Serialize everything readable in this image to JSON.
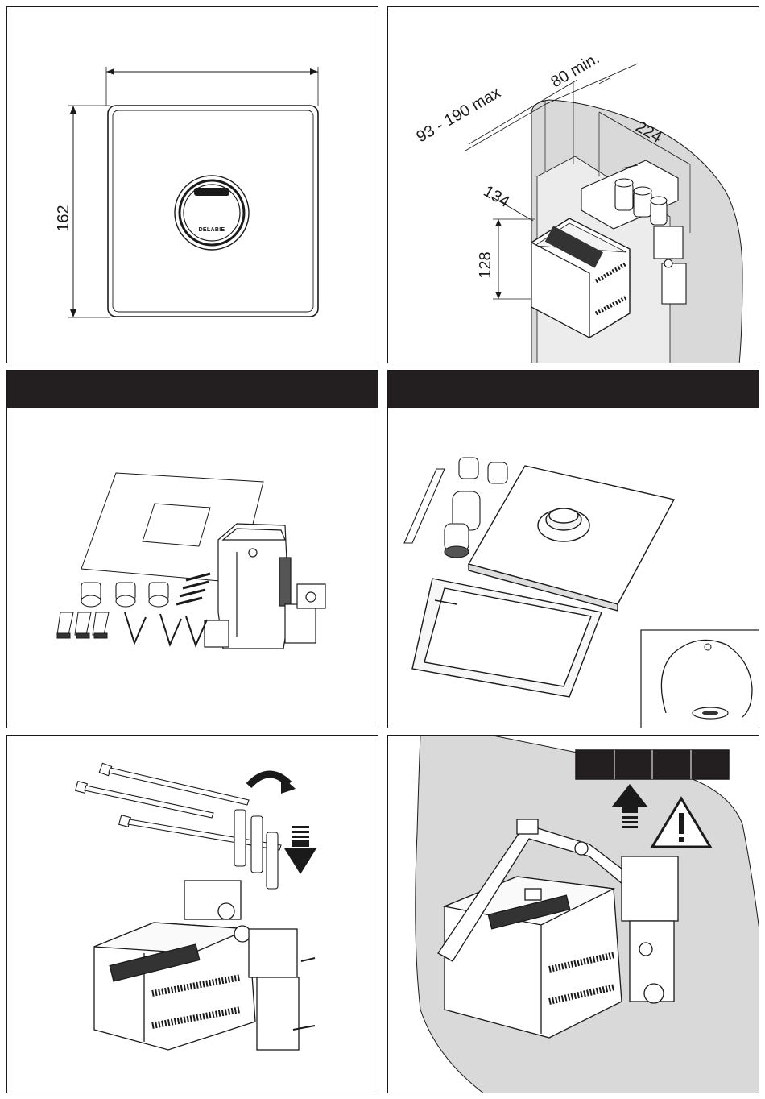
{
  "panel1": {
    "dim_height": "162",
    "brand": "DELABIE"
  },
  "panel2": {
    "dim_depth_range": "93 - 190 max",
    "dim_min_clearance": "80 min.",
    "dim_width": "224",
    "dim_diagonal": "134",
    "dim_box_height": "128"
  },
  "panel3": {
    "header_text": ""
  },
  "panel4": {
    "header_text": ""
  },
  "colors": {
    "frame": "#1a1a1a",
    "header_bar": "#231f20",
    "wall_fill": "#d9d9d9",
    "line": "#1a1a1a"
  }
}
